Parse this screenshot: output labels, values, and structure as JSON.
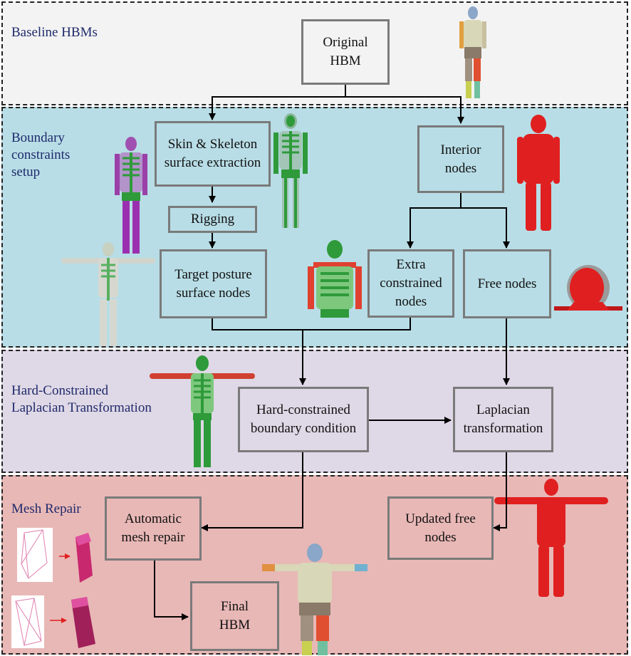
{
  "colors": {
    "baseline_bg": "#f3f3f3",
    "boundary_bg": "#b8dde6",
    "laplacian_bg": "#dfd8e6",
    "repair_bg": "#e8b8b6",
    "box_border": "#7a7a7a",
    "title_text": "#1f2a6b",
    "red_model": "#e02020",
    "skeleton_green": "#2e9a3a",
    "mesh_pink": "#c8286e"
  },
  "panels": {
    "baseline": {
      "title": "Baseline HBMs"
    },
    "boundary": {
      "title": "Boundary\nconstraints\nsetup"
    },
    "laplacian": {
      "title": "Hard-Constrained\nLaplacian Transformation"
    },
    "repair": {
      "title": "Mesh Repair"
    }
  },
  "boxes": {
    "original_hbm": "Original\nHBM",
    "skin_skeleton": "Skin & Skeleton\nsurface extraction",
    "interior_nodes": "Interior\nnodes",
    "rigging": "Rigging",
    "target_posture": "Target posture\nsurface nodes",
    "extra_constrained": "Extra\nconstrained\nnodes",
    "free_nodes": "Free nodes",
    "hard_constrained": "Hard-constrained\nboundary condition",
    "laplacian": "Laplacian\ntransformation",
    "updated_free_nodes": "Updated free\nnodes",
    "automatic_repair": "Automatic\nmesh repair",
    "final_hbm": "Final\nHBM"
  },
  "icons": {
    "baseline_model": "standing-hbm-icon",
    "skeleton_model": "skeleton-skin-icon",
    "red_model": "red-body-icon",
    "head_model": "head-section-icon",
    "tpose_model": "tpose-hbm-icon"
  }
}
